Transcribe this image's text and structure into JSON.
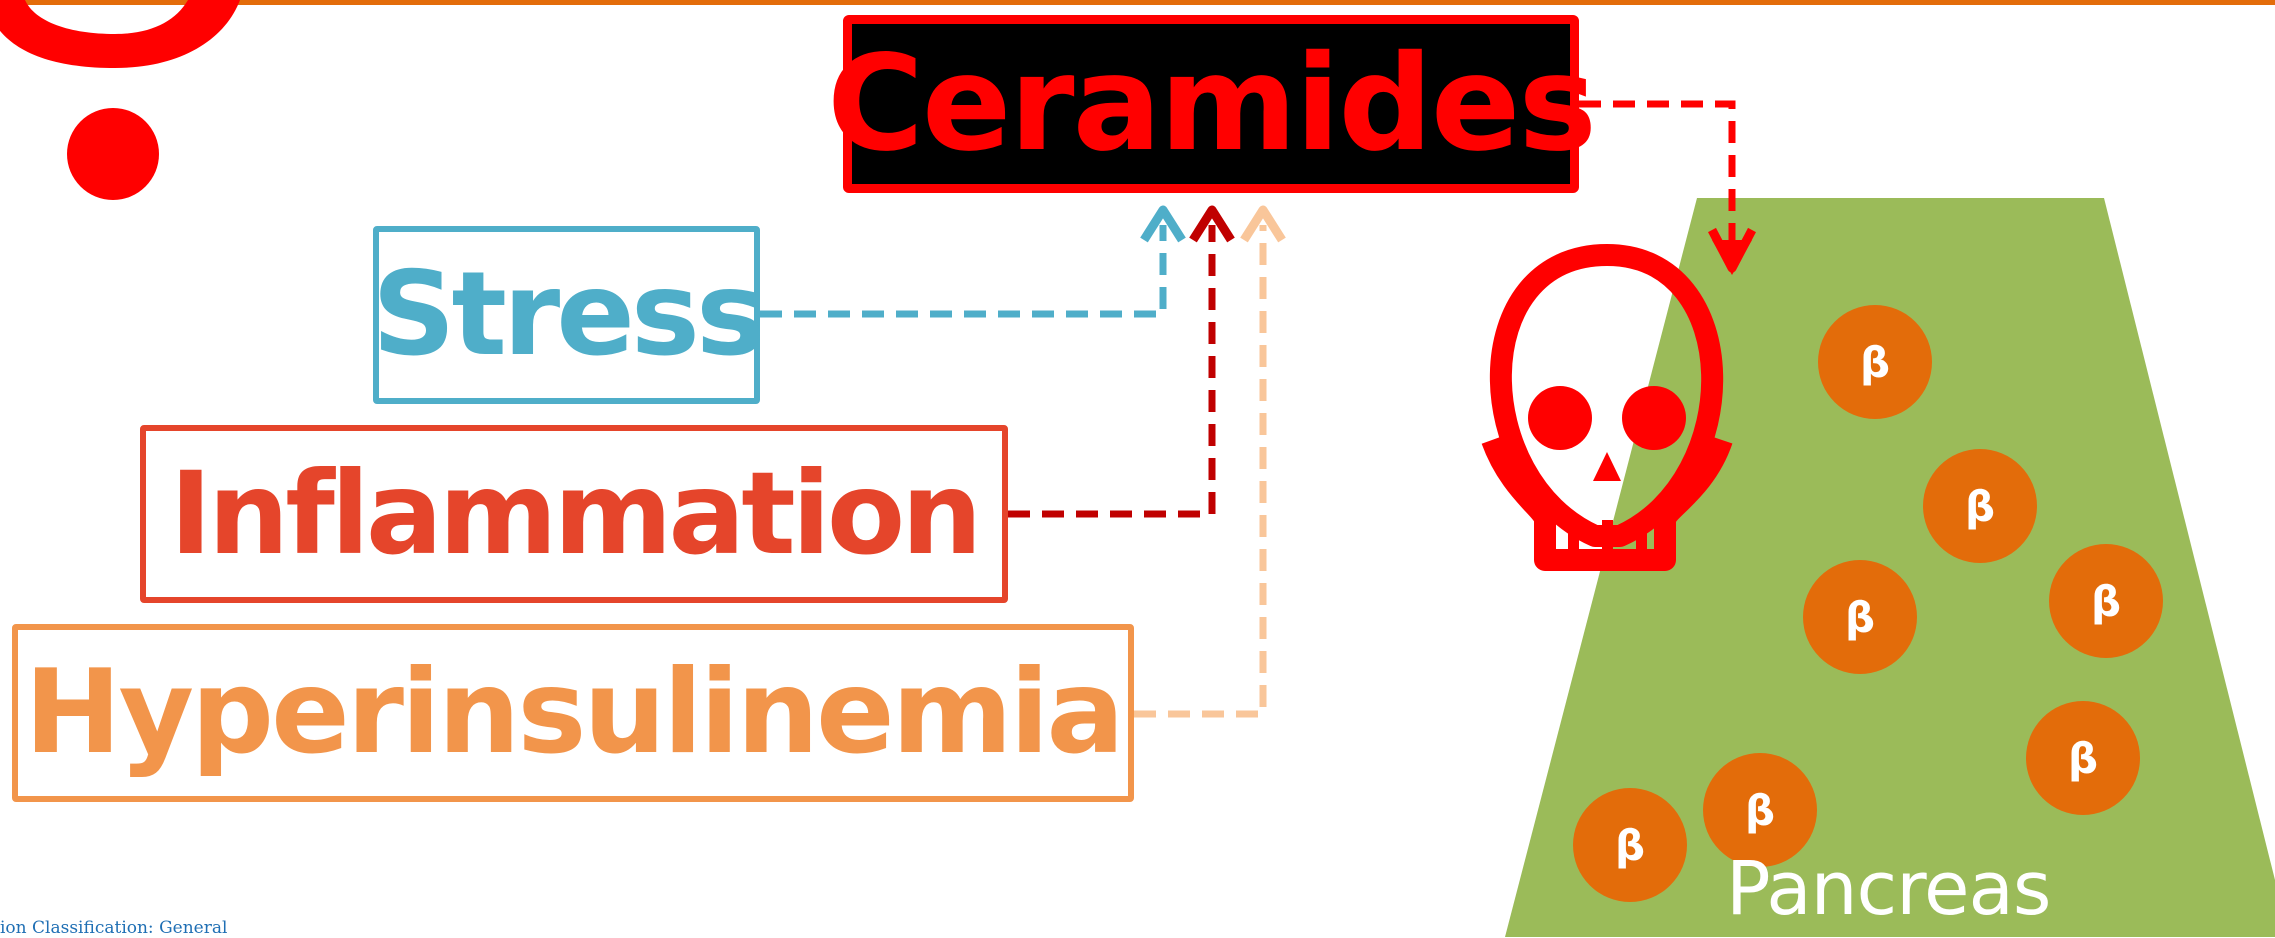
{
  "colors": {
    "ceramides": "#ff0000",
    "stress": "#4faec9",
    "inflammation": "#e5452b",
    "inflammation_arrow": "#c00000",
    "hyperinsulinemia": "#f2954b",
    "hyperinsulinemia_arrow": "#f9c69a",
    "pancreas": "#9bbb59",
    "beta_cell": "#e36c0a",
    "top_rule": "#e36c0a"
  },
  "nodes": {
    "ceramides": "Ceramides",
    "stress": "Stress",
    "inflammation": "Inflammation",
    "hyperinsulinemia": "Hyperinsulinemia"
  },
  "pancreas": {
    "label": "Pancreas",
    "beta_cells": [
      {
        "symbol": "β"
      },
      {
        "symbol": "β"
      },
      {
        "symbol": "β"
      },
      {
        "symbol": "β"
      },
      {
        "symbol": "β"
      },
      {
        "symbol": "β"
      },
      {
        "symbol": "β"
      }
    ]
  },
  "icons": [
    "question-mark-icon",
    "skull-icon"
  ],
  "footer": {
    "classification": "ion Classification: General"
  }
}
